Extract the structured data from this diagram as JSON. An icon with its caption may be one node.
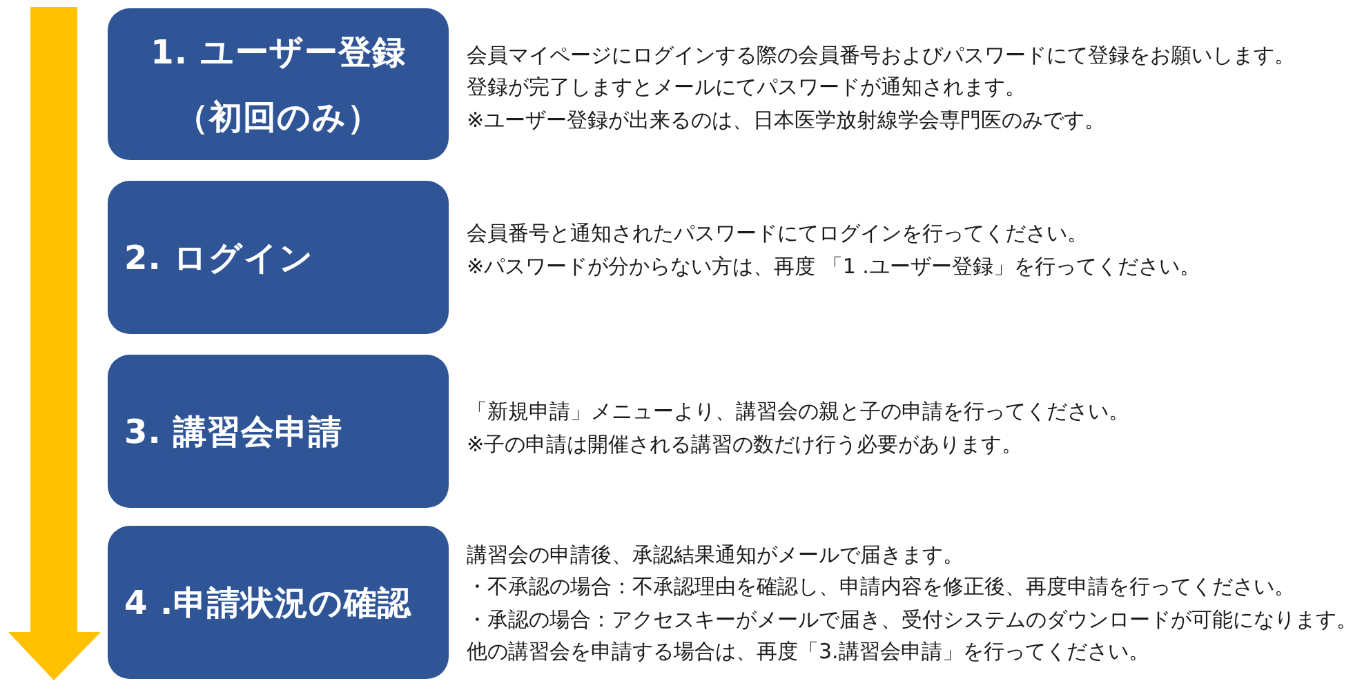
{
  "diagram": {
    "nodes": [
      {
        "text": [
          "1. ユーザー登録",
          "（初回のみ）"
        ],
        "beside": [
          "会員マイページにログインする際の会員番号およびパスワードにて登録をお願いします。",
          "登録が完了しますとメールにてパスワードが通知されます。",
          "※ユーザー登録が出来るのは、日本医学放射線学会専門医のみです。"
        ]
      },
      {
        "text": [
          "2. ログイン"
        ],
        "beside": [
          "会員番号と通知されたパスワードにてログインを行ってください。",
          "※パスワードが分からない方は、再度 「1 .ユーザー登録」を行ってください。"
        ]
      },
      {
        "text": [
          "3. 講習会申請"
        ],
        "beside": [
          "「新規申請」メニューより、講習会の親と子の申請を行ってください。",
          "※子の申請は開催される講習の数だけ行う必要があります。"
        ]
      },
      {
        "text": [
          "4 .申請状況の確認"
        ],
        "beside": [
          "講習会の申請後、承認結果通知がメールで届きます。",
          "・不承認の場合：不承認理由を確認し、申請内容を修正後、再度申請を行ってください。",
          "・承認の場合：アクセスキーがメールで届き、受付システムのダウンロードが可能になります。",
          "他の講習会を申請する場合は、再度「3.講習会申請」を行ってください。"
        ]
      }
    ]
  }
}
